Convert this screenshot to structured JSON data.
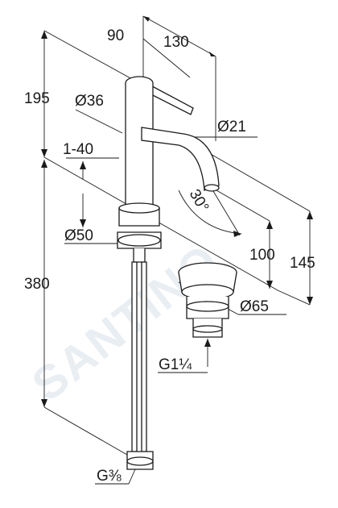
{
  "watermark": "SANTINO",
  "dimensions": {
    "d90": "90",
    "d130": "130",
    "d195": "195",
    "d36": "Ø36",
    "d21": "Ø21",
    "d1_40": "1-40",
    "d30deg": "30°",
    "d50": "Ø50",
    "d100": "100",
    "d145": "145",
    "d380": "380",
    "d65": "Ø65",
    "g114": "G1¼",
    "g38": "G⅜"
  }
}
